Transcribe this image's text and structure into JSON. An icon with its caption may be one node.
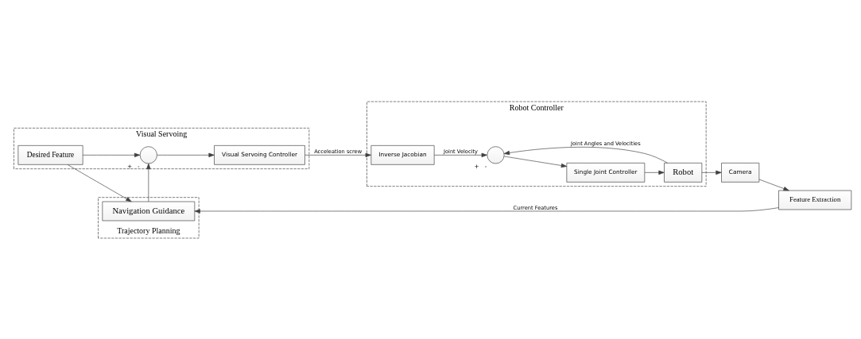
{
  "diagram": {
    "nodes": [
      {
        "text": [
          "Visual Servoing"
        ]
      },
      {
        "text": [
          "Desired Feature"
        ],
        "in": 0
      },
      {
        "text": [],
        "shape": "circle",
        "in": 0,
        "beside": [
          "+",
          "-"
        ]
      },
      {
        "text": [
          "Visual Servoing Controller"
        ],
        "in": 0
      },
      {
        "text": [
          "Robot Controller"
        ]
      },
      {
        "text": [
          "Inverse Jacobian"
        ],
        "in": 4
      },
      {
        "text": [],
        "shape": "circle",
        "in": 4,
        "beside": [
          "+",
          "-"
        ]
      },
      {
        "text": [
          "Single Joint Controller"
        ],
        "in": 4
      },
      {
        "text": [
          "Robot"
        ],
        "in": 4
      },
      {
        "text": [
          "Trajectory Planning"
        ]
      },
      {
        "text": [
          "Navigation Guidance"
        ],
        "in": 9
      },
      {
        "text": [
          "Camera"
        ]
      },
      {
        "text": [
          "Feature Extraction"
        ]
      }
    ],
    "edges": [
      {
        "from": 1,
        "to": 2,
        "arrow": "to"
      },
      {
        "from": 2,
        "to": 3,
        "arrow": "to"
      },
      {
        "from": 3,
        "to": 5,
        "arrow": "to",
        "label": "Acceleation screw"
      },
      {
        "from": 5,
        "to": 6,
        "arrow": "to",
        "label": "Joint Velocity"
      },
      {
        "from": 6,
        "to": 7,
        "arrow": "to"
      },
      {
        "from": 7,
        "to": 8,
        "arrow": "to"
      },
      {
        "from": 8,
        "to": 6,
        "arrow": "to",
        "label": "Joint Angles and Velocities"
      },
      {
        "from": 8,
        "to": 11,
        "arrow": "to"
      },
      {
        "from": 11,
        "to": 12,
        "arrow": "to"
      },
      {
        "from": 12,
        "to": 10,
        "arrow": "to",
        "label": "Current Features"
      },
      {
        "from": 1,
        "to": 10,
        "arrow": "to"
      },
      {
        "from": 10,
        "to": 2,
        "arrow": "to"
      }
    ]
  }
}
